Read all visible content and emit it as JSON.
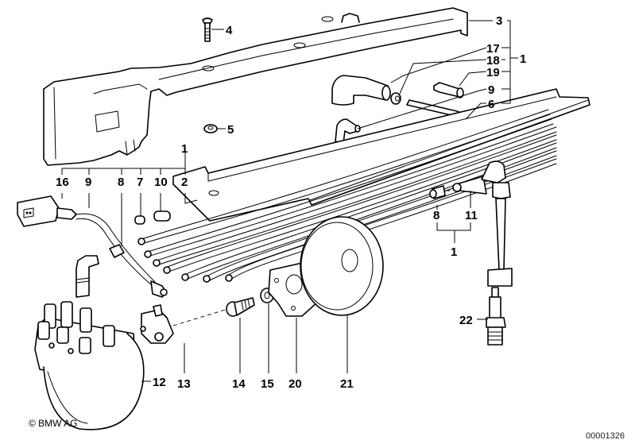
{
  "diagram": {
    "title": "Ignition distributor / ignition wiring exploded view",
    "copyright": "© BMW AG",
    "document_number": "00001326",
    "callouts": [
      {
        "id": "c1a",
        "label": "1"
      },
      {
        "id": "c1b",
        "label": "1"
      },
      {
        "id": "c1c",
        "label": "1"
      },
      {
        "id": "c2",
        "label": "2"
      },
      {
        "id": "c3",
        "label": "3"
      },
      {
        "id": "c4",
        "label": "4"
      },
      {
        "id": "c5",
        "label": "5"
      },
      {
        "id": "c6",
        "label": "6"
      },
      {
        "id": "c7",
        "label": "7"
      },
      {
        "id": "c8a",
        "label": "8"
      },
      {
        "id": "c8b",
        "label": "8"
      },
      {
        "id": "c9a",
        "label": "9"
      },
      {
        "id": "c9b",
        "label": "9"
      },
      {
        "id": "c10",
        "label": "10"
      },
      {
        "id": "c11",
        "label": "11"
      },
      {
        "id": "c12",
        "label": "12"
      },
      {
        "id": "c13",
        "label": "13"
      },
      {
        "id": "c14",
        "label": "14"
      },
      {
        "id": "c15",
        "label": "15"
      },
      {
        "id": "c16",
        "label": "16"
      },
      {
        "id": "c17",
        "label": "17"
      },
      {
        "id": "c18",
        "label": "18"
      },
      {
        "id": "c19",
        "label": "19"
      },
      {
        "id": "c20",
        "label": "20"
      },
      {
        "id": "c21",
        "label": "21"
      },
      {
        "id": "c22",
        "label": "22"
      }
    ]
  }
}
